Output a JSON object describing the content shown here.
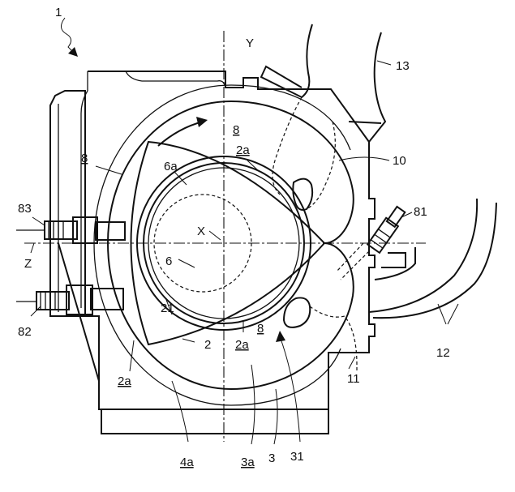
{
  "figure": {
    "labels": {
      "fig_number": "1",
      "axis_y": "Y",
      "axis_x": "X",
      "axis_z": "Z",
      "ref_13": "13",
      "ref_10": "10",
      "ref_81": "81",
      "ref_83": "83",
      "ref_82": "82",
      "ref_8_top": "8",
      "ref_8_left": "8",
      "ref_8_bottom": "8",
      "ref_2a_top": "2a",
      "ref_2a_bottom": "2a",
      "ref_2a_left": "2a",
      "ref_6a": "6a",
      "ref_6": "6",
      "ref_21": "21",
      "ref_2": "2",
      "ref_11": "11",
      "ref_12": "12",
      "ref_31": "31",
      "ref_4a": "4a",
      "ref_3a": "3a",
      "ref_3": "3"
    }
  }
}
